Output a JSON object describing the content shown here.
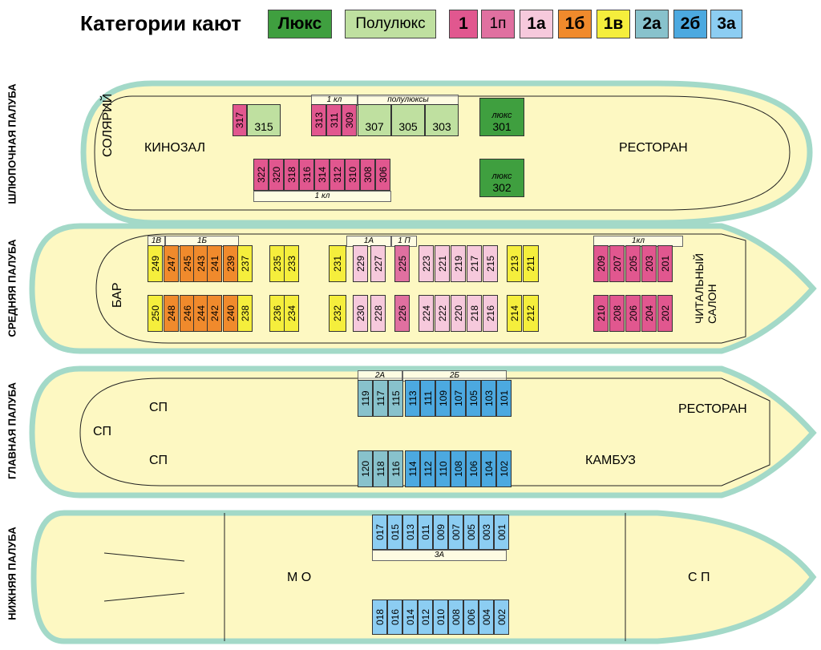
{
  "legend": {
    "title": "Категории кают",
    "items": [
      {
        "label": "Люкс",
        "color": "#3f9f3f"
      },
      {
        "label": "Полулюкс",
        "color": "#bfe0a0"
      },
      {
        "label": "1",
        "color": "#e1578f"
      },
      {
        "label": "1п",
        "color": "#e070a0"
      },
      {
        "label": "1а",
        "color": "#f6c9dc"
      },
      {
        "label": "1б",
        "color": "#f08a2c"
      },
      {
        "label": "1в",
        "color": "#f5ee3c"
      },
      {
        "label": "2а",
        "color": "#88c2cc"
      },
      {
        "label": "2б",
        "color": "#4ca9e0"
      },
      {
        "label": "3а",
        "color": "#8ccdf2"
      }
    ]
  },
  "decks": {
    "boat": {
      "label": "ШЛЮПОЧНАЯ ПАЛУБА",
      "rooms": {
        "solarium": "СОЛЯРИЙ",
        "cinema": "КИНОЗАЛ",
        "restaurant": "РЕСТОРАН"
      },
      "groups": {
        "top_1kl": "1 кл",
        "semi_lux": "полулюксы",
        "bottom_1kl": "1 кл",
        "lux": "люкс"
      },
      "cabins_top": [
        "317",
        "315",
        "313",
        "311",
        "309",
        "307",
        "305",
        "303",
        "301"
      ],
      "cabins_bottom": [
        "322",
        "320",
        "318",
        "316",
        "314",
        "312",
        "310",
        "308",
        "306",
        "302"
      ]
    },
    "middle": {
      "label": "СРЕДНЯЯ ПАЛУБА",
      "rooms": {
        "bar": "БАР",
        "salon": "ЧИТАЛЬНЫЙ САЛОН"
      },
      "groups": {
        "g1v": "1В",
        "g1b": "1Б",
        "g1a": "1А",
        "g1p": "1 П",
        "g1kl": "1кл"
      },
      "cabins_top": [
        "249",
        "247",
        "245",
        "243",
        "241",
        "239",
        "237",
        "235",
        "233",
        "231",
        "229",
        "227",
        "225",
        "223",
        "221",
        "219",
        "217",
        "215",
        "213",
        "211",
        "209",
        "207",
        "205",
        "203",
        "201"
      ],
      "cabins_bottom": [
        "250",
        "248",
        "246",
        "244",
        "242",
        "240",
        "238",
        "236",
        "234",
        "232",
        "230",
        "228",
        "226",
        "224",
        "222",
        "220",
        "218",
        "216",
        "214",
        "212",
        "210",
        "208",
        "206",
        "204",
        "202"
      ]
    },
    "main": {
      "label": "ГЛАВНАЯ ПАЛУБА",
      "rooms": {
        "sp1": "СП",
        "sp2": "СП",
        "sp3": "СП",
        "restaurant": "РЕСТОРАН",
        "galley": "КАМБУЗ"
      },
      "groups": {
        "g2a": "2А",
        "g2b": "2Б"
      },
      "cabins_top": [
        "119",
        "117",
        "115",
        "113",
        "111",
        "109",
        "107",
        "105",
        "103",
        "101"
      ],
      "cabins_bottom": [
        "120",
        "118",
        "116",
        "114",
        "112",
        "110",
        "108",
        "106",
        "104",
        "102"
      ]
    },
    "lower": {
      "label": "НИЖНЯЯ ПАЛУБА",
      "rooms": {
        "mo": "М О",
        "sp": "С П"
      },
      "groups": {
        "g3a": "3А"
      },
      "cabins_top": [
        "017",
        "015",
        "013",
        "011",
        "009",
        "007",
        "005",
        "003",
        "001"
      ],
      "cabins_bottom": [
        "018",
        "016",
        "014",
        "012",
        "010",
        "008",
        "006",
        "004",
        "002"
      ]
    }
  }
}
